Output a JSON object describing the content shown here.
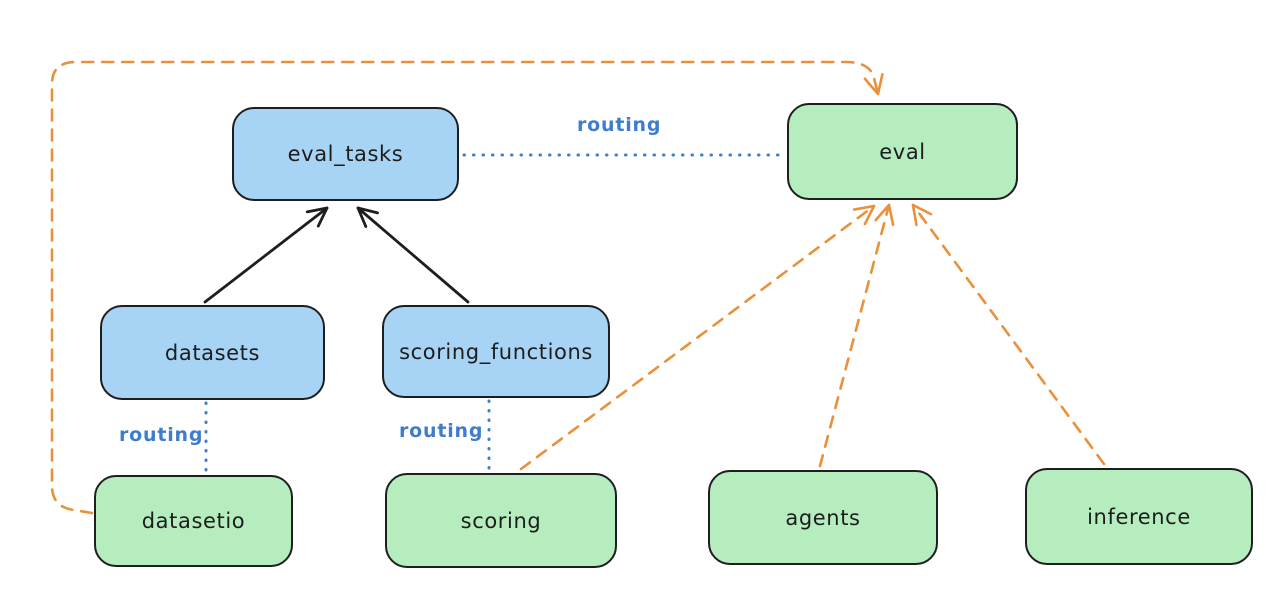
{
  "diagram": {
    "type": "flow-diagram",
    "background": "#ffffff",
    "colors": {
      "node_blue_fill": "#a7d4f5",
      "node_green_fill": "#b5edbf",
      "node_stroke": "#1e1e1e",
      "routing_blue": "#3e7dcb",
      "orange_dashed": "#e9913a",
      "black_arrow": "#1e1e1e"
    },
    "nodes": [
      {
        "id": "eval_tasks",
        "label": "eval_tasks",
        "color": "blue"
      },
      {
        "id": "eval",
        "label": "eval",
        "color": "green"
      },
      {
        "id": "datasets",
        "label": "datasets",
        "color": "blue"
      },
      {
        "id": "scoring_functions",
        "label": "scoring_functions",
        "color": "blue"
      },
      {
        "id": "datasetio",
        "label": "datasetio",
        "color": "green"
      },
      {
        "id": "scoring",
        "label": "scoring",
        "color": "green"
      },
      {
        "id": "agents",
        "label": "agents",
        "color": "green"
      },
      {
        "id": "inference",
        "label": "inference",
        "color": "green"
      }
    ],
    "edges": [
      {
        "from": "datasets",
        "to": "eval_tasks",
        "style": "solid",
        "color": "black",
        "arrow": true
      },
      {
        "from": "scoring_functions",
        "to": "eval_tasks",
        "style": "solid",
        "color": "black",
        "arrow": true
      },
      {
        "from": "eval_tasks",
        "to": "eval",
        "style": "dotted",
        "color": "blue",
        "arrow": false,
        "label": "routing"
      },
      {
        "from": "datasets",
        "to": "datasetio",
        "style": "dotted",
        "color": "blue",
        "arrow": false,
        "label": "routing"
      },
      {
        "from": "scoring_functions",
        "to": "scoring",
        "style": "dotted",
        "color": "blue",
        "arrow": false,
        "label": "routing"
      },
      {
        "from": "datasetio",
        "to": "eval",
        "style": "dashed",
        "color": "orange",
        "arrow": true
      },
      {
        "from": "scoring",
        "to": "eval",
        "style": "dashed",
        "color": "orange",
        "arrow": true
      },
      {
        "from": "agents",
        "to": "eval",
        "style": "dashed",
        "color": "orange",
        "arrow": true
      },
      {
        "from": "inference",
        "to": "eval",
        "style": "dashed",
        "color": "orange",
        "arrow": true
      }
    ]
  }
}
